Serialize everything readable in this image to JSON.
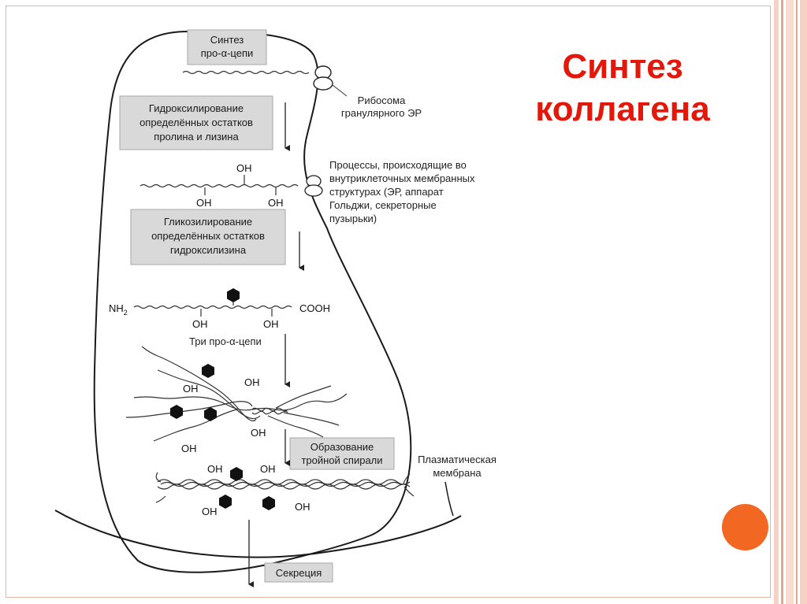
{
  "slide": {
    "title_line1": "Синтез",
    "title_line2": "коллагена",
    "title_color": "#e3170a",
    "accent_dot_color": "#f26722",
    "frame_color": "#e7b2a3"
  },
  "diagram": {
    "boxes": {
      "synthesis": [
        "Синтез",
        "про-α-цепи"
      ],
      "hydroxylation": [
        "Гидроксилирование",
        "определённых остатков",
        "пролина и лизина"
      ],
      "glycosylation": [
        "Гликозилирование",
        "определённых остатков",
        "гидроксилизина"
      ],
      "triple_helix": [
        "Образование",
        "тройной спирали"
      ],
      "secretion": "Секреция"
    },
    "labels": {
      "ribosome": [
        "Рибосома",
        "гранулярного ЭР"
      ],
      "processes": [
        "Процессы, происходящие во",
        "внутриклеточных мембранных",
        "структурах (ЭР, аппарат",
        "Гольджи, секреторные",
        "пузырьки)"
      ],
      "three_chains": "Три про-α-цепи",
      "plasma_membrane": [
        "Плазматическая",
        "мембрана"
      ]
    },
    "chem": {
      "oh": "OH",
      "nh2": "NH",
      "nh2_sub": "2",
      "cooh": "COOH"
    }
  }
}
